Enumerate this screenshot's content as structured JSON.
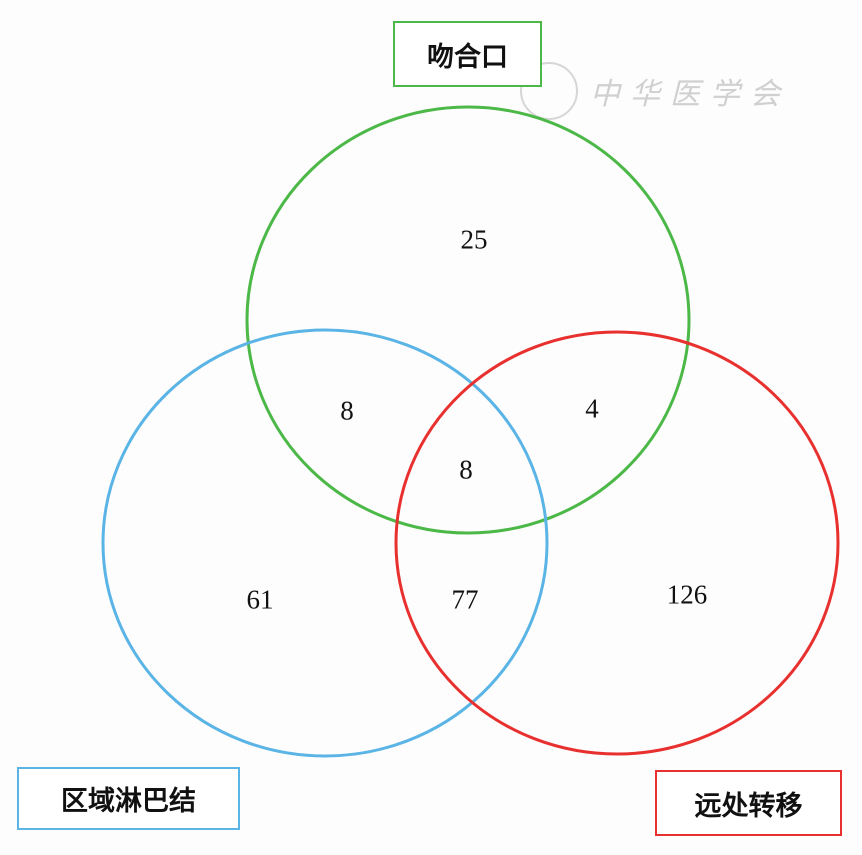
{
  "sets": [
    {
      "name": "吻合口",
      "color": "#4cb847"
    },
    {
      "name": "区域淋巴结",
      "color": "#5ab4e5"
    },
    {
      "name": "远处转移",
      "color": "#e8312f"
    }
  ],
  "regions": {
    "anastomosis_only": "25",
    "regional_only": "61",
    "distant_only": "126",
    "anastomosis_regional": "8",
    "anastomosis_distant": "4",
    "regional_distant": "77",
    "all_three": "8"
  },
  "watermark": "中华医学会"
}
